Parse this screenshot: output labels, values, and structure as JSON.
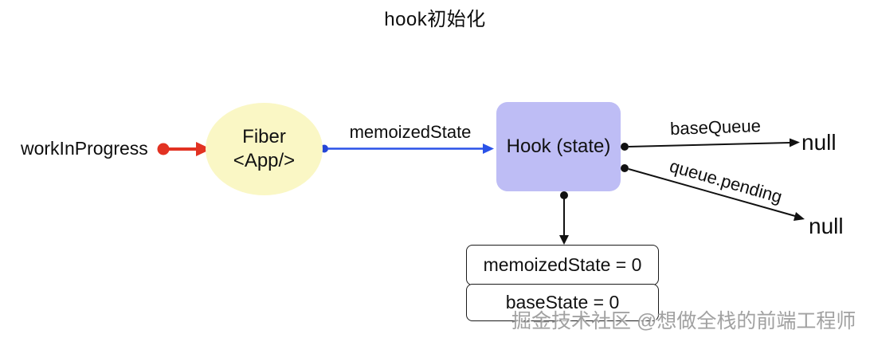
{
  "title": "hook初始化",
  "nodes": {
    "work_in_progress": {
      "label": "workInProgress"
    },
    "fiber": {
      "line1": "Fiber",
      "line2": "<App/>"
    },
    "hook": {
      "label": "Hook (state)"
    },
    "memoized_box": {
      "label": "memoizedState = 0"
    },
    "base_state_box": {
      "label": "baseState = 0"
    },
    "null_top": {
      "label": "null"
    },
    "null_bottom": {
      "label": "null"
    }
  },
  "edges": {
    "memoized_state": {
      "label": "memoizedState"
    },
    "base_queue": {
      "label": "baseQueue"
    },
    "queue_pending": {
      "label": "queue.pending"
    }
  },
  "watermark": "掘金技术社区 @想做全栈的前端工程师",
  "colors": {
    "arrow_red": "#e23222",
    "arrow_blue": "#2a52e8",
    "arrow_black": "#111111",
    "fiber_fill": "#faf7c5",
    "hook_fill": "#bebdf5",
    "watermark_gray": "#919191",
    "background": "#ffffff"
  }
}
